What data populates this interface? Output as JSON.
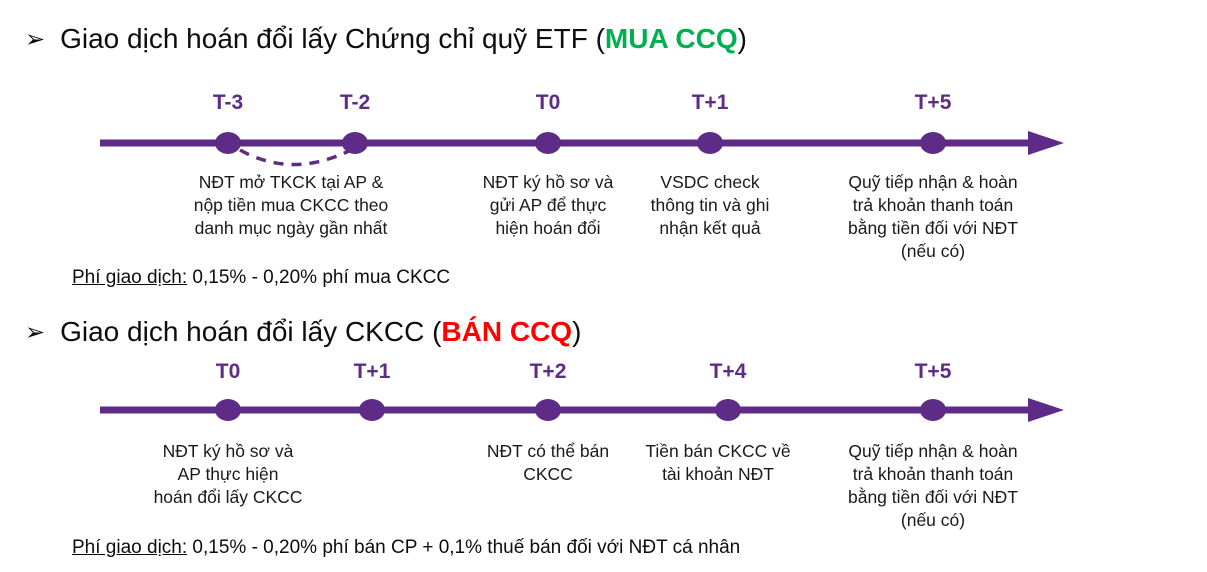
{
  "slide": {
    "colors": {
      "timeline_purple": "#5E2C87",
      "mua_green": "#00B050",
      "ban_red": "#FF0000"
    },
    "sections": [
      {
        "bullet": "➢",
        "title": {
          "prefix": "Giao dịch hoán đổi lấy Chứng chỉ quỹ ETF (",
          "highlight": "MUA CCQ",
          "suffix": ")"
        },
        "milestones": [
          {
            "label": "T-3"
          },
          {
            "label": "T-2"
          },
          {
            "label": "T0"
          },
          {
            "label": "T+1"
          },
          {
            "label": "T+5"
          }
        ],
        "descriptions": [
          "NĐT mở TKCK tại AP &\nnộp tiền mua CKCC theo\ndanh mục ngày gần nhất",
          "NĐT ký hồ sơ và\ngửi AP để thực\nhiện hoán đổi",
          "VSDC check\nthông tin và ghi\nnhận kết quả",
          "Quỹ tiếp nhận & hoàn\ntrả khoản thanh toán\nbằng tiền đối với NĐT\n(nếu có)"
        ],
        "fee": {
          "label": "Phí giao dịch:",
          "text": " 0,15% - 0,20% phí mua CKCC"
        }
      },
      {
        "bullet": "➢",
        "title": {
          "prefix": "Giao dịch hoán đổi lấy CKCC (",
          "highlight": "BÁN CCQ",
          "suffix": ")"
        },
        "milestones": [
          {
            "label": "T0"
          },
          {
            "label": "T+1"
          },
          {
            "label": "T+2"
          },
          {
            "label": "T+4"
          },
          {
            "label": "T+5"
          }
        ],
        "descriptions": [
          "NĐT ký hồ sơ và\nAP thực hiện\nhoán đổi lấy CKCC",
          "NĐT có thể bán\nCKCC",
          "Tiền bán CKCC về\ntài khoản NĐT",
          "Quỹ tiếp nhận & hoàn\ntrả khoản thanh toán\nbằng tiền đối với NĐT\n(nếu có)"
        ],
        "fee": {
          "label": "Phí giao dịch:",
          "text": " 0,15% - 0,20% phí bán CP + 0,1% thuế bán đối với NĐT cá nhân"
        }
      }
    ]
  }
}
